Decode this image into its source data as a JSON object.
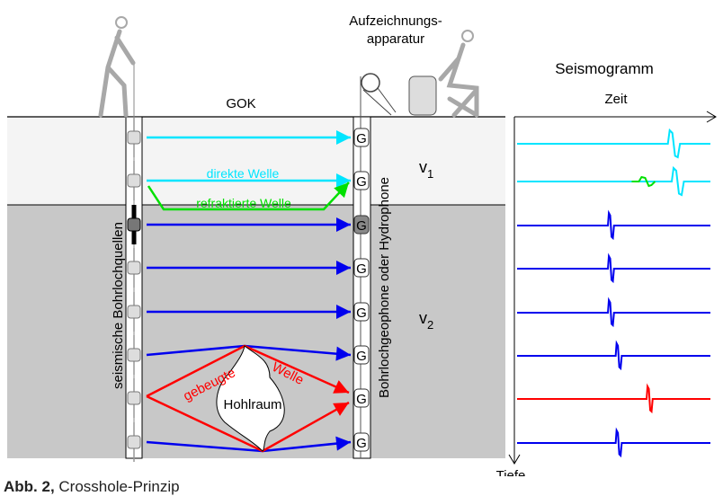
{
  "labels": {
    "gok": "GOK",
    "recorder": [
      "Aufzeichnungs-",
      "apparatur"
    ],
    "seismogram_title": "Seismogramm",
    "time_axis": "Zeit",
    "depth_axis": "Tiefe",
    "v1": "v",
    "v1_sub": "1",
    "v2": "v",
    "v2_sub": "2",
    "sources": "seismische Bohrlochquellen",
    "receivers": "Bohrlochgeophone oder Hydrophone",
    "direct_wave": "direkte Welle",
    "refracted_wave": "refraktierte Welle",
    "diffracted_wave_1": "gebeugte",
    "diffracted_wave_2": "Welle",
    "cavity": "Hohlraum",
    "geophone": "G"
  },
  "caption": {
    "number": "Abb. 2,",
    "text": " Crosshole-Prinzip"
  },
  "colors": {
    "direct": "#00e5ff",
    "refracted": "#00e000",
    "wave": "#0000ee",
    "diffracted": "#ff0000"
  },
  "traces": [
    {
      "color": "#00e5ff",
      "arrival": 0.78
    },
    {
      "color": "#00e5ff",
      "arrival": 0.8,
      "extra": {
        "color": "#00e000",
        "arrival": 0.63
      }
    },
    {
      "color": "#0000ee",
      "arrival": 0.47
    },
    {
      "color": "#0000ee",
      "arrival": 0.47
    },
    {
      "color": "#0000ee",
      "arrival": 0.47
    },
    {
      "color": "#0000ee",
      "arrival": 0.51
    },
    {
      "color": "#ff0000",
      "arrival": 0.67
    },
    {
      "color": "#0000ee",
      "arrival": 0.51
    }
  ]
}
